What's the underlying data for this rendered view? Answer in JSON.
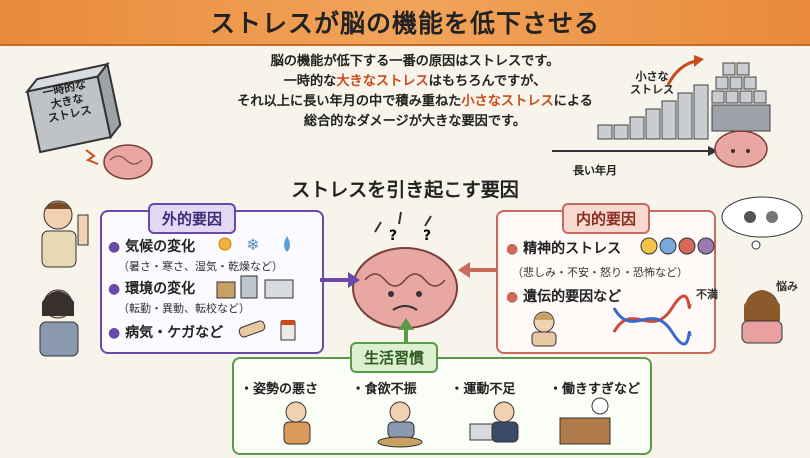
{
  "title": "ストレスが脳の機能を低下させる",
  "intro": {
    "line1": "脳の機能が低下する一番の原因はストレスです。",
    "line2_pre": "一時的な",
    "line2_hl": "大きなストレス",
    "line2_post": "はもちろんですが、",
    "line3_pre": "それ以上に長い年月の中で積み重ねた",
    "line3_hl": "小さなストレス",
    "line3_post": "による",
    "line4": "総合的なダメージが大きな要因です。"
  },
  "left_block_label": [
    "一時的な",
    "大きな",
    "ストレス"
  ],
  "small_stress_label": [
    "小さな",
    "ストレス"
  ],
  "long_years_label": "長い年月",
  "causes_heading": "ストレスを引き起こす要因",
  "external": {
    "tag": "外的要因",
    "items": [
      {
        "label": "気候の変化",
        "note": "（暑さ・寒さ、湿気・乾燥など）"
      },
      {
        "label": "環境の変化",
        "note": "（転勤・異動、転校など）"
      },
      {
        "label": "病気・ケガなど",
        "note": ""
      }
    ]
  },
  "internal": {
    "tag": "内的要因",
    "items": [
      {
        "label": "精神的ストレス",
        "note": "（悲しみ・不安・怒り・恐怖など）"
      },
      {
        "label": "遺伝的要因など",
        "note": ""
      }
    ],
    "bubble_words": [
      "不満",
      "悩み"
    ]
  },
  "lifestyle": {
    "tag": "生活習慣",
    "items": [
      "・姿勢の悪さ",
      "・食欲不振",
      "・運動不足",
      "・働きすぎなど"
    ]
  },
  "colors": {
    "title_bg": "#e98a3b",
    "external": "#6a4aa8",
    "internal": "#c96a5a",
    "lifestyle": "#5a9a4a",
    "highlight": "#c94a1c",
    "brain": "#e9a7a2"
  }
}
